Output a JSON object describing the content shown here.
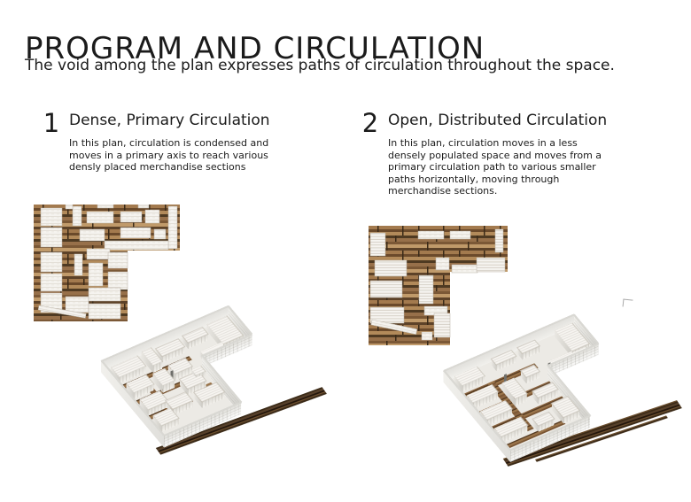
{
  "page": {
    "title": "PROGRAM AND CIRCULATION",
    "subtitle": "The void among the plan expresses paths of circulation throughout the space."
  },
  "sections": [
    {
      "number": "1",
      "heading": "Dense, Primary Circulation",
      "body": "In this plan, circulation is condensed and\nmoves in a primary axis to reach various\ndensly placed merchandise sections"
    },
    {
      "number": "2",
      "heading": "Open, Distributed Circulation",
      "body": "In this plan, circulation moves in a less\ndensely populated space and moves from a\nprimary circulation path to various smaller\npaths horizontally, moving through\nmerchandise sections."
    }
  ],
  "colors": {
    "text": "#1b1b1b",
    "wood_light": "#b28a5a",
    "wood_mid": "#8a6440",
    "wood_dark": "#3c2b18",
    "block_white": "#f5f3ef",
    "model_gray": "#dcdbd6"
  }
}
